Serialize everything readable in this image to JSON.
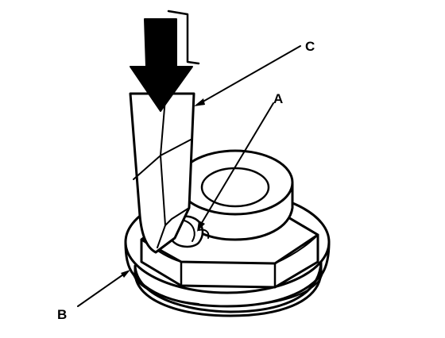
{
  "labels": {
    "a": "A",
    "b": "B",
    "c": "C"
  },
  "colors": {
    "ink": "#000000",
    "paper": "#ffffff"
  },
  "icons": {
    "press_direction": "down-arrow-icon"
  }
}
